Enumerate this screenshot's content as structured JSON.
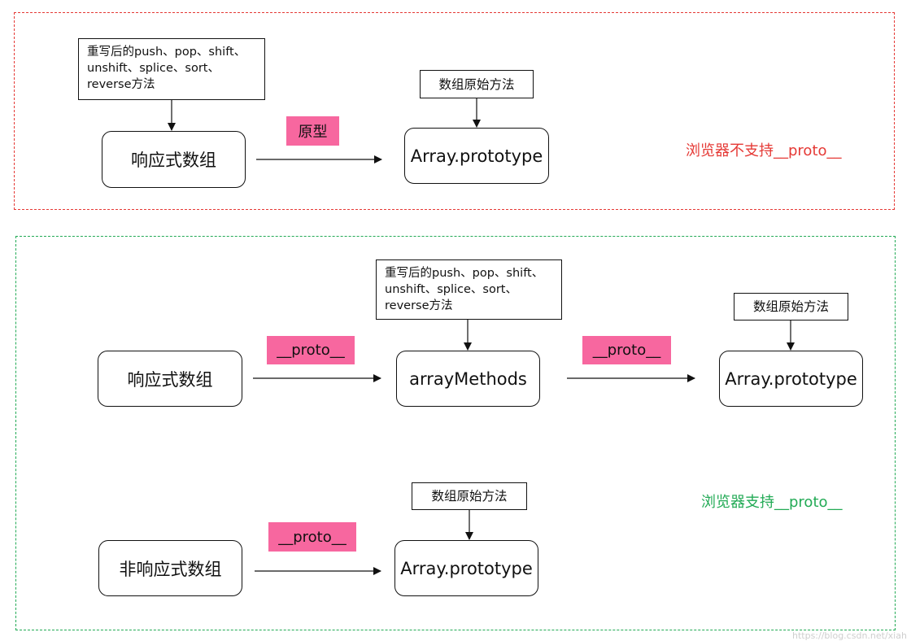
{
  "top_region": {
    "condition_label": "浏览器不支持__proto__",
    "override_note": {
      "lines": [
        "重写后的push、pop、shift、",
        "unshift、splice、sort、",
        "reverse方法"
      ]
    },
    "source_node": "响应式数组",
    "link_tag": "原型",
    "original_methods_note": "数组原始方法",
    "target_node": "Array.prototype"
  },
  "bottom_region": {
    "condition_label": "浏览器支持__proto__",
    "reactive_row": {
      "source_node": "响应式数组",
      "tag_1": "__proto__",
      "override_note": {
        "lines": [
          "重写后的push、pop、shift、",
          "unshift、splice、sort、",
          "reverse方法"
        ]
      },
      "methods_node": "arrayMethods",
      "tag_2": "__proto__",
      "original_methods_note": "数组原始方法",
      "target_node": "Array.prototype"
    },
    "non_reactive_row": {
      "source_node": "非响应式数组",
      "tag": "__proto__",
      "original_methods_note": "数组原始方法",
      "target_node": "Array.prototype"
    }
  },
  "watermark": "https://blog.csdn.net/xiah",
  "colors": {
    "red_region": "#e53935",
    "green_region": "#22aa55",
    "tag_fill": "#f7679f",
    "line": "#111111"
  }
}
